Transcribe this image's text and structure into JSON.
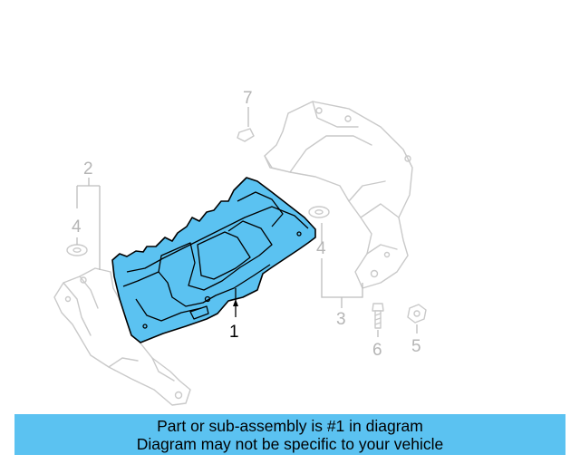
{
  "callouts": {
    "c1": "1",
    "c2": "2",
    "c3": "3",
    "c4a": "4",
    "c4b": "4",
    "c5": "5",
    "c6": "6",
    "c7": "7"
  },
  "banner": {
    "line1": "Part or sub-assembly is #1 in diagram",
    "line2": "Diagram may not be specific to your vehicle"
  },
  "colors": {
    "highlight": "#5bc2f1",
    "ghost_line": "#c9c9c9",
    "callout_text": "#b5b5b5"
  }
}
